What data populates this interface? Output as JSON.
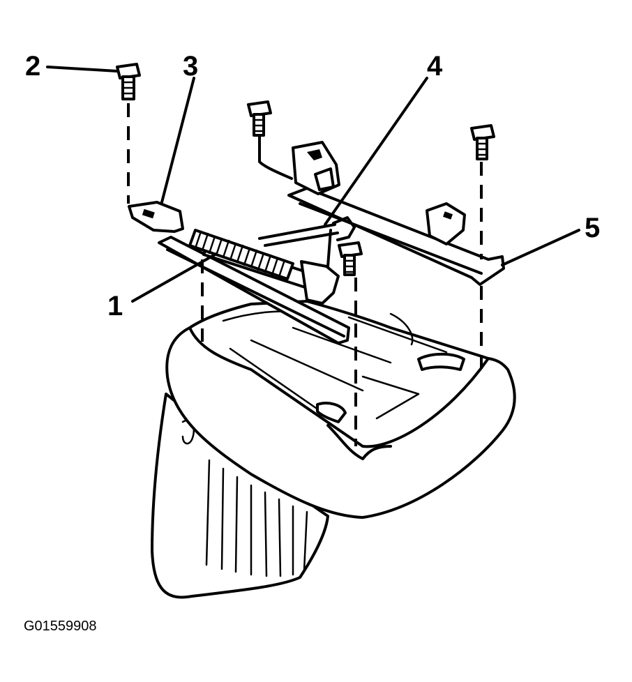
{
  "callouts": [
    {
      "id": "1",
      "label": "1"
    },
    {
      "id": "2",
      "label": "2"
    },
    {
      "id": "3",
      "label": "3"
    },
    {
      "id": "4",
      "label": "4"
    },
    {
      "id": "5",
      "label": "5"
    }
  ],
  "figure_id": "G01559908"
}
